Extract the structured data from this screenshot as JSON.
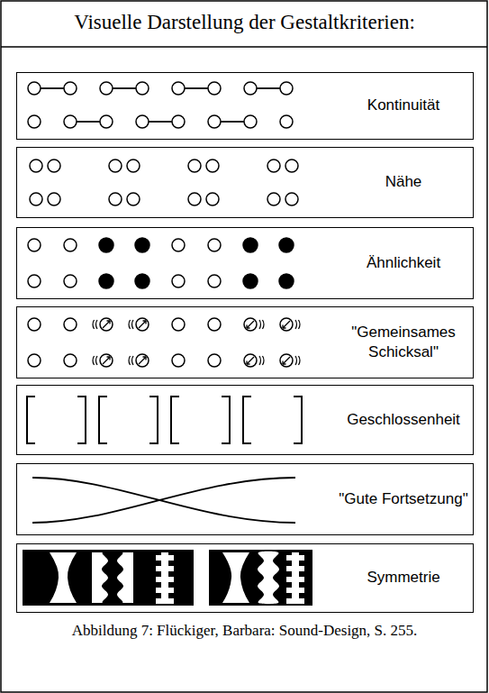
{
  "diagram": {
    "title": "Visuelle Darstellung der Gestaltkriterien:",
    "caption": "Abbildung 7: Flückiger, Barbara: Sound-Design, S. 255.",
    "nodes": [
      {
        "text": [
          "Kontinuität"
        ]
      },
      {
        "text": [
          "Nähe"
        ]
      },
      {
        "text": [
          "Ähnlichkeit"
        ]
      },
      {
        "text": [
          "\"Gemeinsames Schicksal\""
        ]
      },
      {
        "text": [
          "Geschlossenheit"
        ]
      },
      {
        "text": [
          "\"Gute Fortsetzung\""
        ]
      },
      {
        "text": [
          "Symmetrie"
        ]
      }
    ]
  }
}
